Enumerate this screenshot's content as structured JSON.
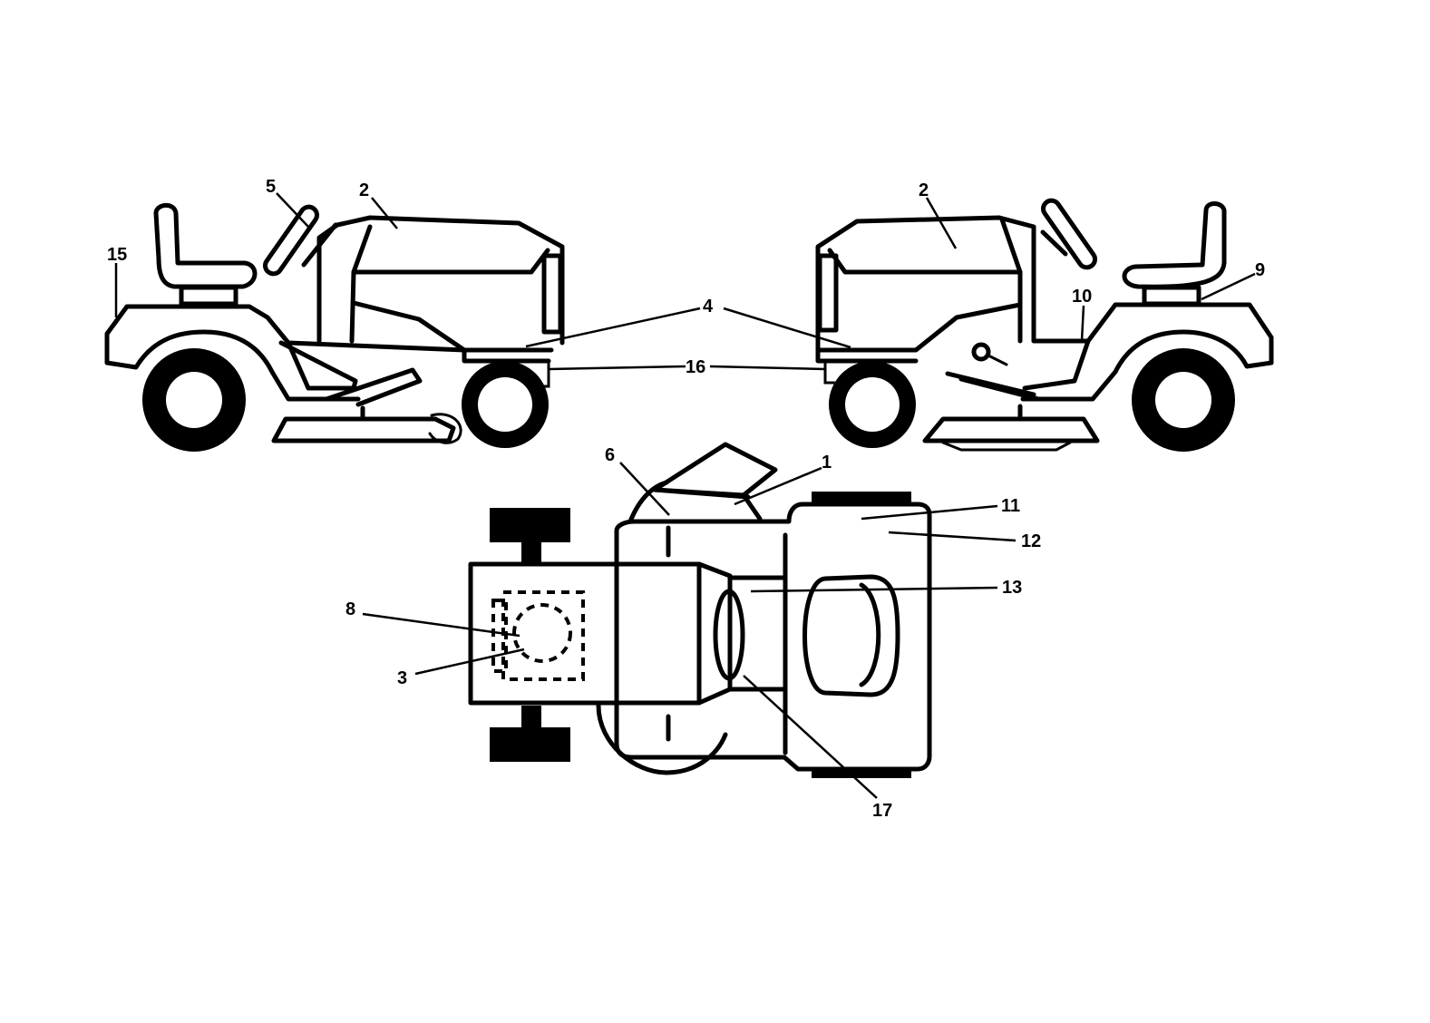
{
  "callouts": {
    "left_15": "15",
    "left_5": "5",
    "left_2": "2",
    "right_2": "2",
    "right_9": "9",
    "right_10": "10",
    "center_4": "4",
    "center_16": "16",
    "top_6": "6",
    "top_1": "1",
    "top_11": "11",
    "top_12": "12",
    "top_13": "13",
    "top_8": "8",
    "top_3": "3",
    "top_17": "17"
  }
}
